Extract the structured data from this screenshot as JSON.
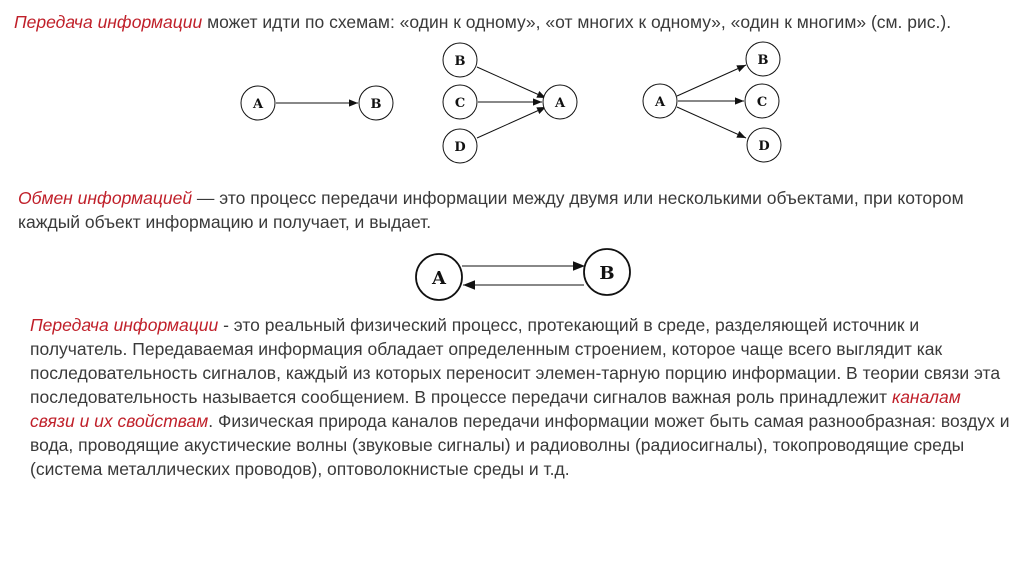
{
  "intro": {
    "term": "Передача информации",
    "text": " может идти по схемам: «один к одному», «от многих к одному», «один к многим» (см. рис.)."
  },
  "exchange": {
    "term": "Обмен информацией",
    "text": " — это процесс передачи информации между двумя или несколькими объектами, при котором каждый объект информацию и получает, и выдает."
  },
  "transfer": {
    "term": "Передача информации",
    "text_a": " - это реальный физический процесс, протекающий в среде, разделяющей источник и получатель. Передаваемая информация обладает определенным строением, которое чаще всего выглядит как последовательность сигналов, каждый из которых переносит элемен-тарную порцию информации. В теории связи эта последовательность называется сообщением. В процессе передачи сигналов важная роль принадлежит ",
    "highlight": "каналам связи и их свойствам",
    "text_b": ". Физическая природа каналов передачи информации может быть самая разнообразная: воздух и вода, проводящие акустические волны (звуковые сигналы) и радиоволны (радиосигналы), токопроводящие среды (система металлических проводов), оптоволокнистые среды и т.д."
  },
  "nodes": {
    "a": "A",
    "b": "B",
    "c": "C",
    "d": "D"
  }
}
